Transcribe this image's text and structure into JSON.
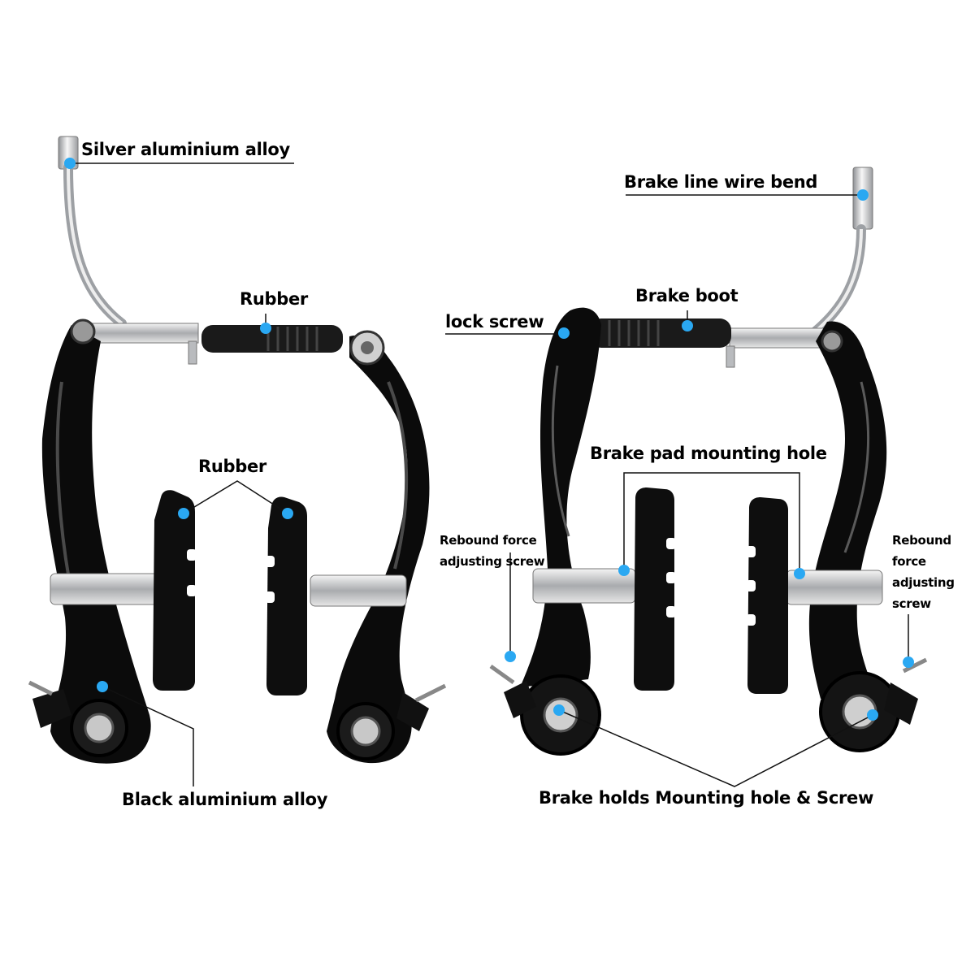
{
  "colors": {
    "marker": "#2aa8f2",
    "arm": "#0b0b0b",
    "arm_highlight": "#5a5a5a",
    "silver": "#c7c9cc",
    "line": "#111111"
  },
  "labels": {
    "silver_alloy": "Silver aluminium alloy",
    "rubber_top": "Rubber",
    "rubber_pads": "Rubber",
    "black_alloy": "Black aluminium alloy",
    "wire_bend": "Brake line wire bend",
    "brake_boot": "Brake boot",
    "lock_screw": "lock screw",
    "pad_hole": "Brake pad mounting hole",
    "rebound_left": "Rebound force adjusting screw",
    "rebound_right": "Rebound force adjusting screw",
    "mounting_hole": "Brake holds Mounting hole & Screw"
  },
  "icons": {
    "marker": "dot-marker-icon"
  }
}
